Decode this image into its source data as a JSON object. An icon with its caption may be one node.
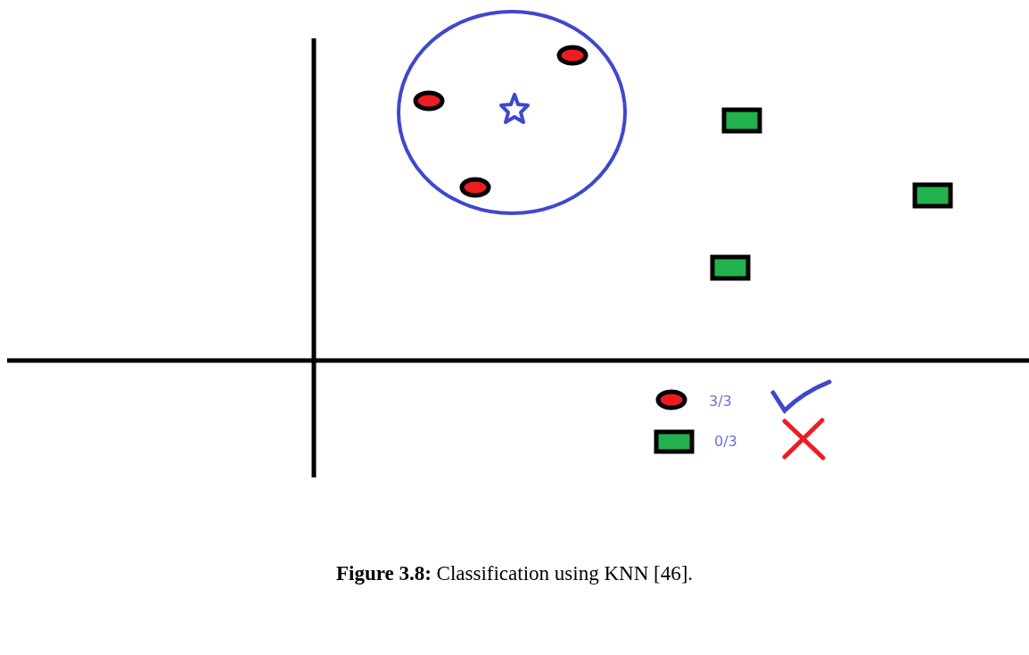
{
  "diagram": {
    "caption": "**Figure 3.8:** Classification using KNN [46].",
    "labels": [
      "3/3",
      "0/3"
    ]
  }
}
